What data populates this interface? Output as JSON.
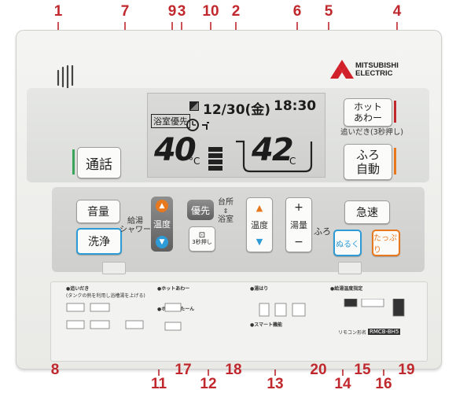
{
  "brand": {
    "name_line1": "MITSUBISHI",
    "name_line2": "ELECTRIC"
  },
  "callouts": [
    "1",
    "2",
    "3",
    "4",
    "5",
    "6",
    "7",
    "8",
    "9",
    "10",
    "11",
    "12",
    "13",
    "14",
    "15",
    "16",
    "17",
    "18",
    "19",
    "20"
  ],
  "lcd": {
    "bath_priority": "浴室優先",
    "date": "12/30(金)",
    "time": "18:30",
    "left_temp": "40",
    "right_temp": "42",
    "unit": "°C"
  },
  "buttons": {
    "talk": "通話",
    "hot_line1": "ホット",
    "hot_line2": "あわー",
    "reheat_note": "追いだき(3秒押し)",
    "auto_line1": "ふろ",
    "auto_line2": "自動",
    "volume": "音量",
    "wash": "洗浄",
    "kyuto_line1": "給湯",
    "kyuto_line2": "シャワー",
    "temp_kyuto": "温度",
    "priority": "優先",
    "kitchen_line1": "台所",
    "kitchen_line2": "浴室",
    "press3": "3秒押し",
    "temp_bath": "温度",
    "yuryo": "湯量",
    "furo": "ふろ",
    "quick": "急速",
    "nuruku": "ぬるく",
    "tappuri": "たっぷり"
  },
  "door": {
    "reheat_title": "●追いだき",
    "reheat_desc": "(タンクの熱を利用し浴槽湯を上げる)",
    "hot_awa_title": "●ホットあわー",
    "hot_ritan_title": "●ホットりたーん",
    "yuhari_title": "●湯はり",
    "smart_title": "●スマート機能",
    "kyuto_title": "●給湯温度指定",
    "remocon_label": "リモコン形名",
    "model": "RMCB-BH5"
  },
  "colors": {
    "callout": "#c0282e",
    "orange_btn": "#e8781e",
    "blue_btn": "#2d9bd6"
  }
}
